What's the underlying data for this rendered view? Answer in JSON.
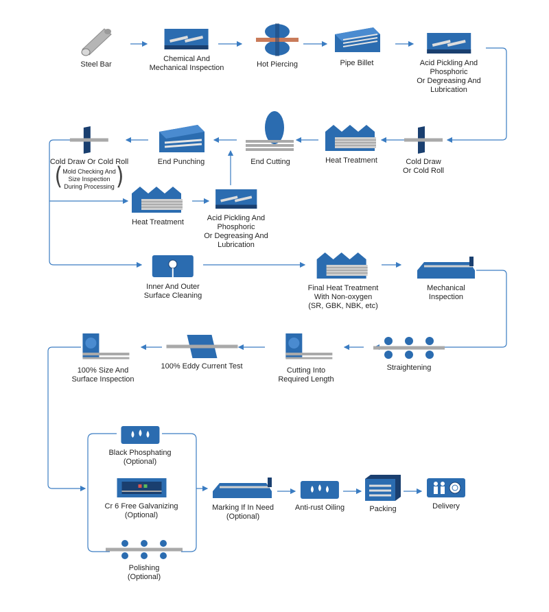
{
  "colors": {
    "blue": "#2b6cb0",
    "dark": "#1a3f6f",
    "line": "#3a7cc2",
    "steel": "#a9a9a9"
  },
  "steps": {
    "steel_bar": "Steel Bar",
    "chem_inspection": "Chemical And\nMechanical Inspection",
    "hot_piercing": "Hot Piercing",
    "pipe_billet": "Pipe Billet",
    "acid_pickling_1": "Acid Pickling And\nPhosphoric\nOr Degreasing And\nLubrication",
    "cold_draw_right": "Cold Draw\nOr Cold Roll",
    "heat_treatment_1": "Heat Treatment",
    "end_cutting": "End Cutting",
    "end_punching": "End Punching",
    "cold_draw_left": "Cold Draw Or Cold Roll",
    "cold_draw_left_note": "Mold Checking And\nSize Inspection\nDuring Processing",
    "heat_treatment_2": "Heat Treatment",
    "acid_pickling_2": "Acid Pickling And\nPhosphoric\nOr Degreasing And\nLubrication",
    "surface_cleaning": "Inner And Outer\nSurface Cleaning",
    "final_heat": "Final Heat Treatment\nWith Non-oxygen\n(SR, GBK, NBK, etc)",
    "mech_inspection": "Mechanical\nInspection",
    "straightening": "Straightening",
    "cutting_length": "Cutting Into\nRequired Length",
    "eddy_test": "100% Eddy Current Test",
    "size_inspection": "100% Size And\nSurface Inspection",
    "black_phosphating": "Black Phosphating\n(Optional)",
    "galvanizing": "Cr 6 Free Galvanizing\n(Optional)",
    "polishing": "Polishing\n(Optional)",
    "marking": "Marking If In Need\n(Optional)",
    "anti_rust": "Anti-rust Oiling",
    "packing": "Packing",
    "delivery": "Delivery"
  }
}
